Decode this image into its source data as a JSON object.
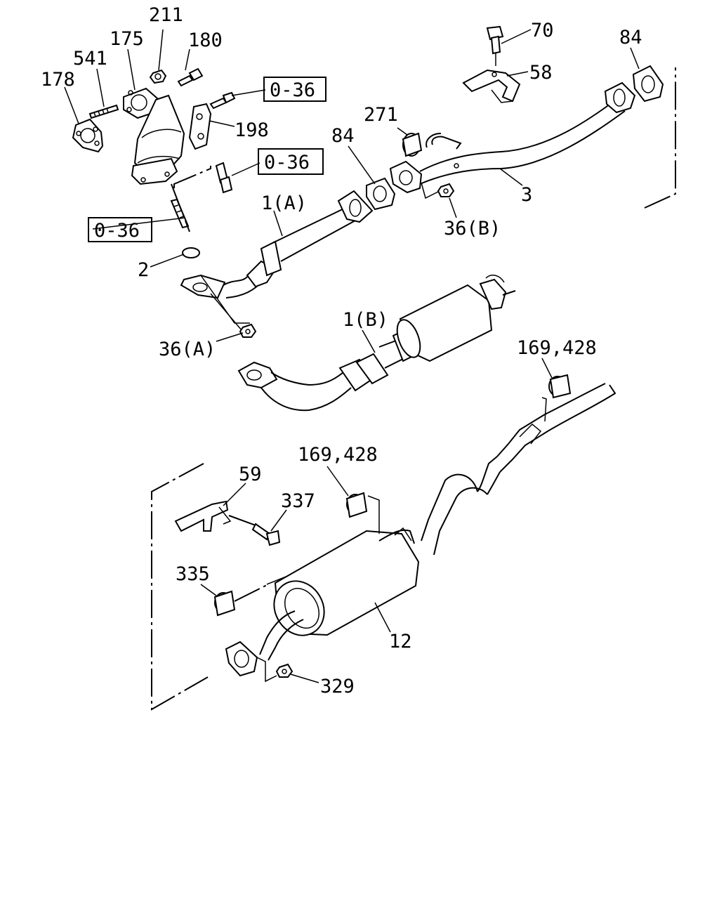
{
  "labels": {
    "l211": "211",
    "l175": "175",
    "l180": "180",
    "l541": "541",
    "l178": "178",
    "ref1": "0-36",
    "l198": "198",
    "ref2": "0-36",
    "ref3": "0-36",
    "l2": "2",
    "l1a": "1(A)",
    "l36a": "36(A)",
    "l84a": "84",
    "l271": "271",
    "l70": "70",
    "l58": "58",
    "l84b": "84",
    "l3": "3",
    "l36b": "36(B)",
    "l1b": "1(B)",
    "l169a": "169,428",
    "l169b": "169,428",
    "l59": "59",
    "l337": "337",
    "l335": "335",
    "l12": "12",
    "l329": "329"
  }
}
